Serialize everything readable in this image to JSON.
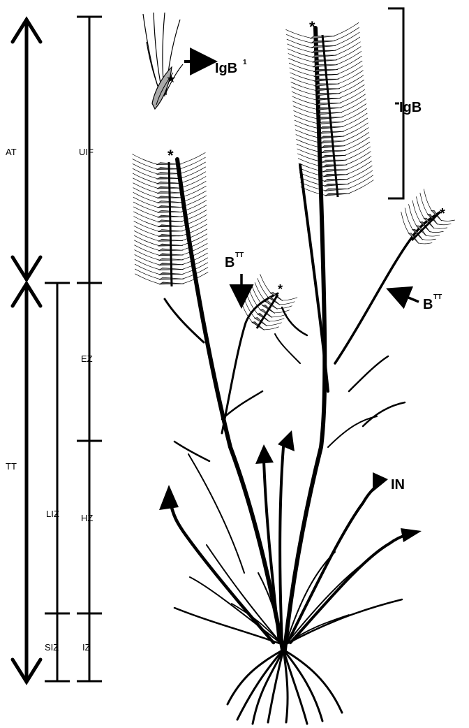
{
  "labels": {
    "at": "AT",
    "tt": "TT",
    "uif": "UIF",
    "ez": "EZ",
    "hz": "HZ",
    "iz": "IZ",
    "liz": "LIZ",
    "siz": "SIZ",
    "igb1_base": "IgB",
    "igb1_sup": "1",
    "igb": "IgB",
    "btt_left_base": "B",
    "btt_left_sup": "TT",
    "btt_right_base": "B",
    "btt_right_sup": "TT",
    "in": "IN"
  },
  "markers": {
    "asterisk": "*",
    "star": "★"
  }
}
